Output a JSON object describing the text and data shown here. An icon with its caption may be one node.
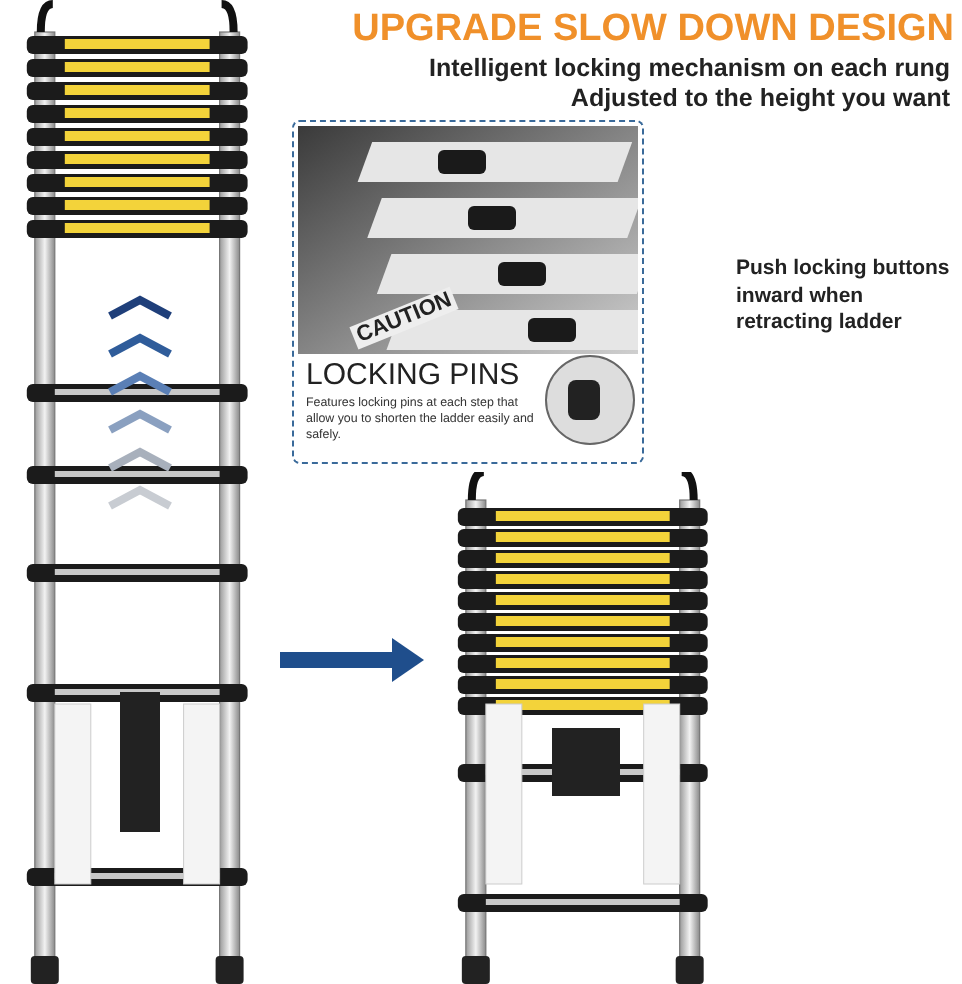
{
  "diagram": {
    "nodes": [
      {
        "text": [],
        "shape": "picture"
      },
      {
        "text": [],
        "shape": "picture"
      },
      {
        "text": [
          "LOCKING PINS",
          "Features locking pins at each step that allow you to shorten the ladder easily and safely."
        ]
      }
    ],
    "edges": [
      {
        "from": 0,
        "to": 1,
        "arrow": "to",
        "color": "#1f4e8c"
      }
    ],
    "labels": [
      "UPGRADE SLOW DOWN DESIGN",
      "Intelligent locking mechanism on each rung",
      "Adjusted to the height you want",
      "CAUTION",
      "Push locking buttons inward when retracting ladder"
    ]
  }
}
